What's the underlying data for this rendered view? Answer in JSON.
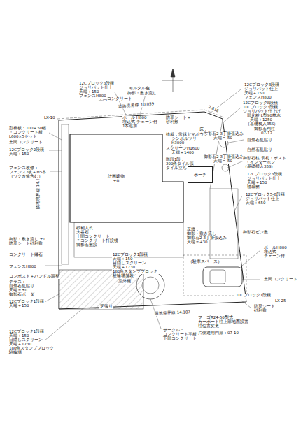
{
  "diagram": {
    "nodes": [
      {
        "text": [
          "計画建物",
          "±0"
        ]
      },
      {
        "text": [
          "ポーチ"
        ]
      }
    ],
    "labels": [
      "モルタル色",
      "御影・敷き流し",
      "土間コンクリート",
      "12Cブロック3段積",
      "ジョリパット仕上",
      "天端＋150",
      "フェンスH800",
      "道路境界線 10.059",
      "2.818",
      "12Cブロック3段積",
      "ジョリパット仕上",
      "天端＋150",
      "フェンスH800",
      "12Cブロック8段積",
      "10Cブロック3段積",
      "ジョリパット仕上げ",
      "一部化粧 L型90枕木",
      "天端＋1250",
      "（基礎横入35S）",
      "御影石門柱",
      "07-12",
      "床：",
      "御影石2-3丁掛張込み",
      "天端＝-50",
      "自然石乱貼り",
      "自然石乱貼り",
      "御影石2-3丁掛張込み",
      "天端＝-50",
      "御影石柱 表札・ポスト",
      "・インターホン",
      "（基礎横入35S）",
      "12Cブロック3段積",
      "ジョリパット仕上",
      "天端＋150",
      "植栽桝",
      "ポール H800",
      "埋込式 チェーン付",
      "1本追加",
      "防草シート＋",
      "砂利敷",
      "植栽：常緑ヤマボウシ",
      "シンボルツリー",
      "H3000",
      "スクリーンH1600",
      "天端＋1400",
      "階段1段：",
      "300角タイル張",
      "タイル立ち",
      "12Cブロック5-6段積",
      "ジョリパット仕上",
      "天端＋650",
      "隣地境界線 14.637",
      "型枠板：100＋50幅",
      "・コンクリート板",
      "L600×5セット",
      "土間コンクリート",
      "12Cブロック2段積",
      "天端＋150",
      "フェンス改修：",
      "フェンス2枚＋H5本",
      "（ワク改修含む）",
      "御影・敷き流し ±0",
      "防草シート砂利敷",
      "コンクリート縁石",
      "フェンスH800",
      "コンポスト＋ハンドル調整",
      "テラス：",
      "自然石乱貼り",
      "天端＝±0",
      "御影石ボーダー",
      "12Cブロック1段積",
      "天端＋150",
      "12Cブロック1段積",
      "天端＋150",
      "目隠しスクリーン",
      "天端＋1730",
      "180角スタンプブロック",
      "駐輪場",
      "砂利入れ",
      "大谷石",
      "土間コンクリート",
      "＊コンクリート打設後",
      "御影石敷設",
      "12Cブロック1段積",
      "天端＋150",
      "目隠しスクリーン",
      "天端＋1730",
      "180角スタンプブロック",
      "駐輪場舗装",
      "室外機",
      "芝張り",
      "隣地境界線 14.187",
      "サークル：",
      "コンクリート平板",
      "下部コンクリート",
      "花壇：",
      "御影・敷き流し",
      "御影石2-3丁掛張込み",
      "天端＝+30",
      "（駐車スペース）",
      "御影石ピン敷",
      "ポールH800",
      "埋込式",
      "チェーン付",
      "土間コンクリート",
      "10Cブロック1段積",
      "防草シート",
      "砂利敷",
      "LX-25",
      "フーゴR24-50型式",
      "カーポート柱上部地面設置",
      "柱位置変更",
      "片側通用門扉：07-10",
      "LX-10"
    ]
  }
}
